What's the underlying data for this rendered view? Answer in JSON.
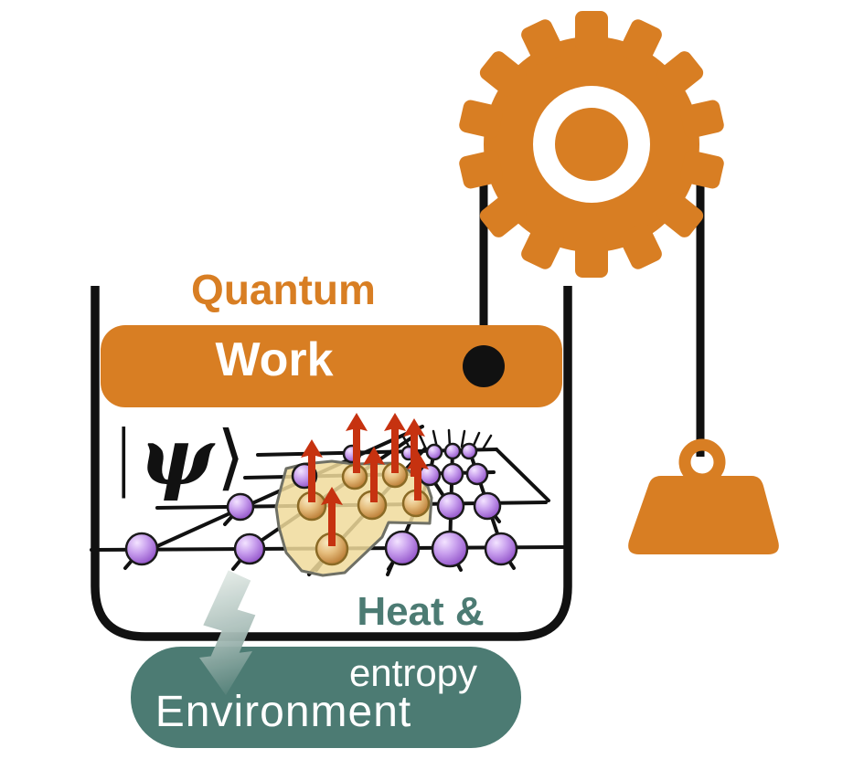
{
  "figure": {
    "description": "Quantum thermodynamics schematic: quantum system in an open container doing work via a gear-and-pulley lifting a weight, releasing heat and entropy to the environment"
  },
  "labels": {
    "quantum": "Quantum",
    "work": "Work",
    "ket_open": "|",
    "psi": "ψ",
    "ket_close": "⟩",
    "heat": "Heat &",
    "entropy": "entropy",
    "environment": "Environment"
  },
  "colors": {
    "orange": "#D87E23",
    "teal": "#4C7B73",
    "red": "#C63210",
    "purple": "#A465D6",
    "tan": "#CE9049",
    "blob": "#F0DB9B",
    "ink": "#111111"
  },
  "icons": {
    "gear": "gear-icon",
    "weight": "weight-icon",
    "lightning": "lightning-arrow-icon",
    "rope": "pulley-rope",
    "container": "open-system-container",
    "lattice": "tensor-network-lattice",
    "spin_arrows": "spin-up-arrows"
  }
}
